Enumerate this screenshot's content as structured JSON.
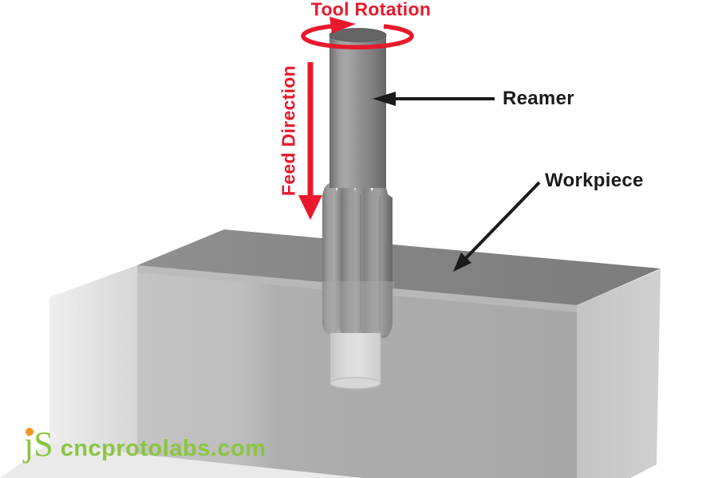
{
  "labels": {
    "tool_rotation": "Tool Rotation",
    "feed_direction": "Feed Direction",
    "reamer": "Reamer",
    "workpiece": "Workpiece"
  },
  "watermark": {
    "logo": "jS",
    "site": "cncprotolabs.com"
  },
  "icons": {
    "rotation_arrow": "elliptical-cw-arrow",
    "feed_arrow": "down-arrow",
    "reamer_pointer": "left-arrow",
    "workpiece_pointer": "down-left-arrow"
  },
  "colors": {
    "annotation_red": "#e8192c",
    "label_black": "#1b1b1b",
    "brand_green": "#8bc53f",
    "brand_orange": "#f7941e",
    "block_top": "#828282",
    "block_front": "#acacac",
    "block_left": "#e2e2e2",
    "block_right": "#cacaca",
    "tool_gray": "#8d8d8d",
    "hole_gray": "#d8d8d8"
  }
}
